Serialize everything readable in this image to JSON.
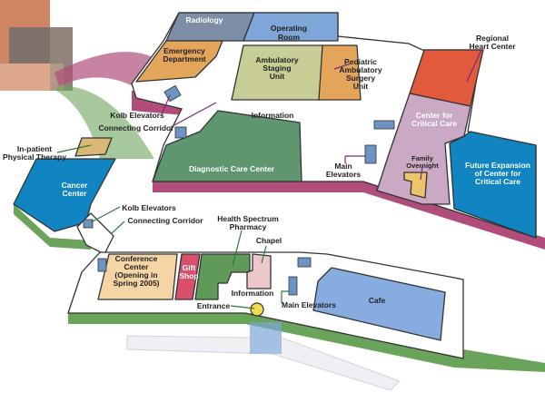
{
  "title": "Hospital Floor Map",
  "colors": {
    "upper_floor_base": "#b04d7a",
    "lower_floor_base": "#6aa35a",
    "radiology": "#7d8ea6",
    "operating_room": "#7ea6d8",
    "emergency": "#e3a55a",
    "ambulatory_staging": "#c8cd96",
    "pediatric": "#e3a55a",
    "heart_center": "#e25a3c",
    "critical_care": "#c9a9c3",
    "future_expansion": "#1185c1",
    "family_overnight": "#eec46a",
    "diagnostic": "#5f9670",
    "cancer_center": "#1185c1",
    "physical_therapy": "#dcb877",
    "conference": "#f5d5a6",
    "gift_shop": "#d9506a",
    "pharmacy": "#5f9a58",
    "chapel": "#ecc7cc",
    "cafe": "#87ade0",
    "entrance": "#f0dc4a"
  },
  "upper_floor": {
    "radiology": "Radiology",
    "operating_room": [
      "Operating",
      "Room"
    ],
    "emergency": [
      "Emergency",
      "Department"
    ],
    "ambulatory_staging": [
      "Ambulatory",
      "Staging",
      "Unit"
    ],
    "pediatric": [
      "Pediatric",
      "Ambulatory",
      "Surgery",
      "Unit"
    ],
    "heart_center": [
      "Regional",
      "Heart Center"
    ],
    "critical_care": [
      "Center for",
      "Critical Care"
    ],
    "family_overnight": [
      "Family",
      "Overnight"
    ],
    "future_expansion": [
      "Future Expansion",
      "of Center for",
      "Critical Care"
    ],
    "information": "Information",
    "diagnostic": "Diagnostic Care Center",
    "main_elevators": [
      "Main",
      "Elevators"
    ],
    "kolb_elevators": "Kolb Elevators",
    "connecting_corridor": "Connecting Corridor"
  },
  "side": {
    "physical_therapy": [
      "In-patient",
      "Physical Therapy"
    ],
    "cancer_center": [
      "Cancer",
      "Center"
    ]
  },
  "lower_floor": {
    "kolb_elevators": "Kolb Elevators",
    "connecting_corridor": "Connecting Corridor",
    "pharmacy": [
      "Health Spectrum",
      "Pharmacy"
    ],
    "chapel": "Chapel",
    "conference": [
      "Conference",
      "Center",
      "(Opening in",
      "Spring 2005)"
    ],
    "gift_shop": [
      "Gift",
      "Shop"
    ],
    "information": "Information",
    "entrance": "Entrance",
    "main_elevators": "Main Elevators",
    "cafe": "Cafe"
  }
}
